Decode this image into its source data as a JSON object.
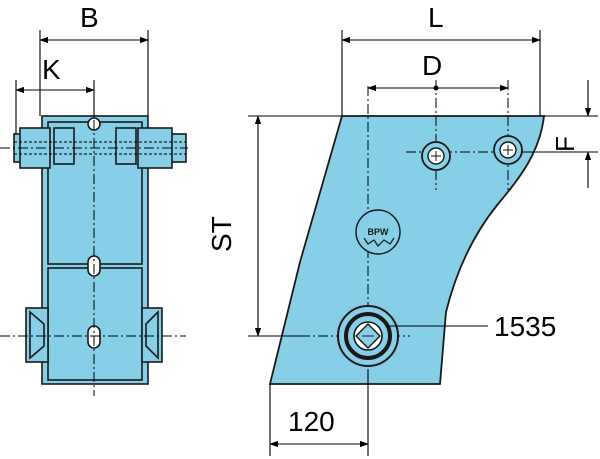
{
  "dimensions": {
    "width_b": "B",
    "offset_k": "K",
    "length_l": "L",
    "hole_spacing_d": "D",
    "hole_offset_f": "F",
    "height_st": "ST",
    "base_width": "120"
  },
  "part_number": "1535",
  "logo": {
    "text": "BPW"
  },
  "colors": {
    "part_fill": "#86cfe6",
    "outline": "#1a1a1a",
    "dimension_line": "#000000",
    "background": "#ffffff"
  }
}
